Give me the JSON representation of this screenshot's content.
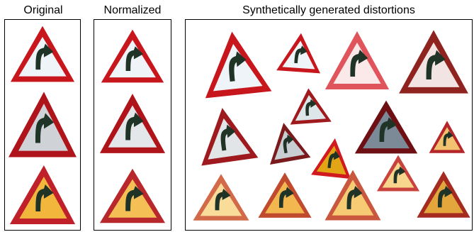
{
  "headings": {
    "original": "Original",
    "normalized": "Normalized",
    "synthetic": "Synthetically generated distortions"
  },
  "colors": {
    "border_red": "#c8161d",
    "border_dark_red": "#8a1418",
    "sign_white": "#eef4f7",
    "sign_gray": "#cfd3d8",
    "sign_yellow": "#f3b63c",
    "sign_pale_yellow": "#f7d58c",
    "arrow": "#1f3326"
  },
  "icon": "curve-right-warning-sign-icon"
}
